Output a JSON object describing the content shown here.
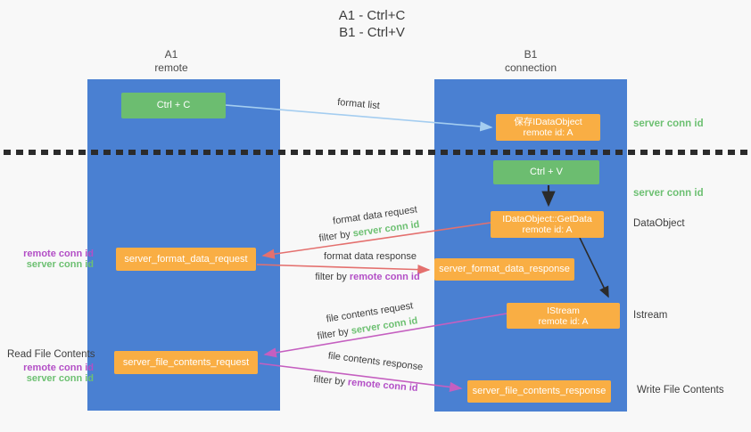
{
  "title": {
    "line1": "A1 - Ctrl+C",
    "line2": "B1 - Ctrl+V"
  },
  "lanes": {
    "left": {
      "name": "A1",
      "subtitle": "remote"
    },
    "right": {
      "name": "B1",
      "subtitle": "connection"
    }
  },
  "nodes": {
    "ctrl_c": "Ctrl + C",
    "ctrl_v": "Ctrl + V",
    "save_dataobject_line1": "保存IDataObject",
    "save_dataobject_line2": "remote id: A",
    "getdata_line1": "IDataObject::GetData",
    "getdata_line2": "remote id: A",
    "istream_line1": "IStream",
    "istream_line2": "remote id: A",
    "server_format_data_request": "server_format_data_request",
    "server_format_data_response": "server_format_data_response",
    "server_file_contents_request": "server_file_contents_request",
    "server_file_contents_response": "server_file_contents_response"
  },
  "arrow_labels": {
    "format_list": "format list",
    "format_data_request": "format data request",
    "format_data_response": "format data response",
    "file_contents_request": "file contents request",
    "file_contents_response": "file contents response",
    "filter_prefix": "filter by",
    "server_conn_id": "server conn id",
    "remote_conn_id": "remote conn id"
  },
  "side_labels": {
    "server_conn_id_top": "server conn id",
    "server_conn_id_mid": "server conn id",
    "dataobject": "DataObject",
    "istream": "Istream",
    "write_file_contents": "Write File Contents",
    "read_file_contents": "Read File Contents",
    "remote_conn_id": "remote conn id",
    "server_conn_id": "server conn id"
  },
  "colors": {
    "lane_blue": "#4a80d2",
    "node_green": "#6cbd70",
    "node_orange": "#f9ae44",
    "text_green": "#6dc072",
    "text_purple": "#b34fc6",
    "arrow_red": "#e4706e",
    "arrow_magenta": "#c55fc0",
    "arrow_blue": "#a4cdf0",
    "arrow_black": "#2b2b2b"
  }
}
